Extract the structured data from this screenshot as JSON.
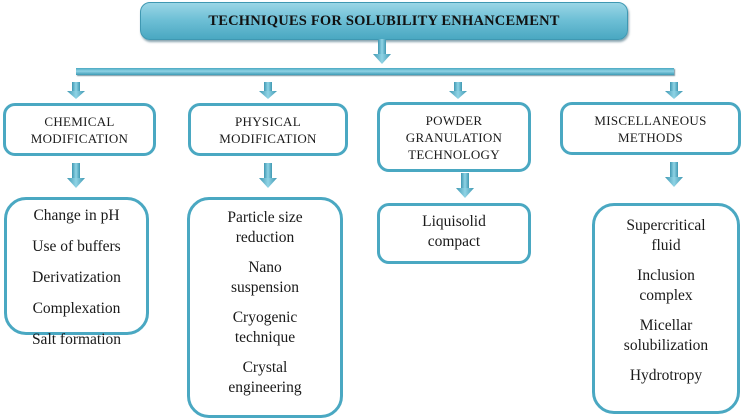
{
  "title": "TECHNIQUES FOR SOLUBILITY ENHANCEMENT",
  "colors": {
    "accent": "#4aa8c2",
    "accent_light": "#9ad6e6",
    "text": "#1a1a1a"
  },
  "categories": [
    {
      "label_lines": [
        "CHEMICAL",
        "MODIFICATION"
      ],
      "items": [
        [
          "Change in pH"
        ],
        [
          "Use of buffers"
        ],
        [
          "Derivatization"
        ],
        [
          "Complexation"
        ],
        [
          "Salt formation"
        ]
      ]
    },
    {
      "label_lines": [
        "PHYSICAL",
        "MODIFICATION"
      ],
      "items": [
        [
          "Particle size",
          "reduction"
        ],
        [
          "Nano",
          "suspension"
        ],
        [
          "Cryogenic",
          "technique"
        ],
        [
          "Crystal",
          "engineering"
        ]
      ]
    },
    {
      "label_lines": [
        "POWDER",
        "GRANULATION",
        "TECHNOLOGY"
      ],
      "items": [
        [
          "Liquisolid",
          "compact"
        ]
      ]
    },
    {
      "label_lines": [
        "MISCELLANEOUS",
        "METHODS"
      ],
      "items": [
        [
          "Supercritical",
          "fluid"
        ],
        [
          "Inclusion",
          "complex"
        ],
        [
          "Micellar",
          "solubilization"
        ],
        [
          "Hydrotropy"
        ]
      ]
    }
  ]
}
